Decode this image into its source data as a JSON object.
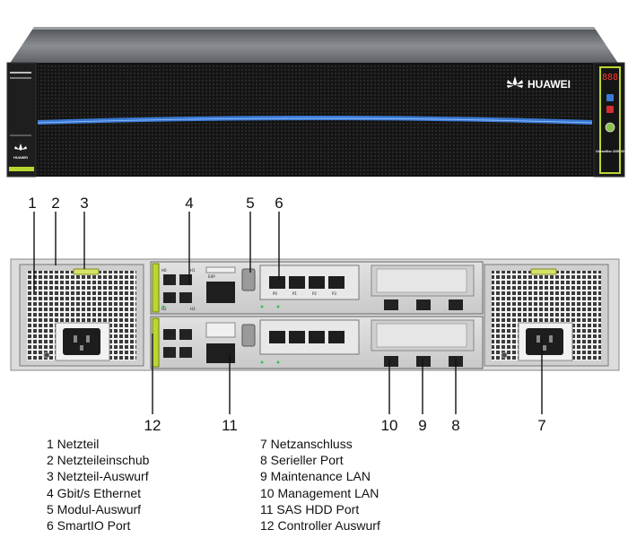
{
  "front_panel": {
    "brand": "HUAWEI",
    "display": "888",
    "small_brand": "HUAWEI",
    "model_label": "OceanStor 2200 V3"
  },
  "callouts": [
    "1",
    "2",
    "3",
    "4",
    "5",
    "6",
    "7",
    "8",
    "9",
    "10",
    "11",
    "12"
  ],
  "legend_left": [
    "1 Netzteil",
    "2 Netzteileinschub",
    "3 Netzteil-Auswurf",
    "4 Gbit/s Ethernet",
    "5 Modul-Auswurf",
    "6 SmartIO Port"
  ],
  "legend_right": [
    "7 Netzanschluss",
    "8 Serieller Port",
    "9 Maintenance LAN",
    "10 Management LAN",
    "11 SAS HDD Port",
    "12 Controller Auswurf"
  ],
  "port_labels": {
    "ge": [
      "H0",
      "H1",
      "H2",
      "H3"
    ],
    "smartio": [
      "P0",
      "P1",
      "P2",
      "P3"
    ],
    "sas": "EXP"
  },
  "colors": {
    "chassis_dark": "#1a1a1a",
    "chassis_top": "#6c6f73",
    "accent_blue": "#3a7bd5",
    "accent_green": "#b8d830",
    "led_green": "#3cc24a",
    "panel_gray": "#dcdcdc"
  }
}
